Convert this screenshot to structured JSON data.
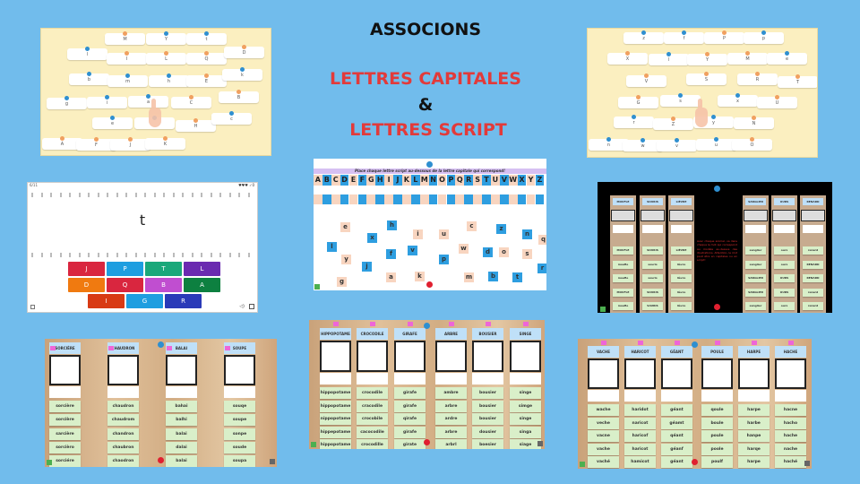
{
  "title": {
    "line1": "ASSOCIONS",
    "line2": "LETTRES CAPITALES",
    "line3": "&",
    "line4": "LETTRES SCRIPT"
  },
  "colors": {
    "background": "#71bcec",
    "title_red": "#e23a3a",
    "dot_blue": "#2f8fd0",
    "dot_orange": "#f0a060",
    "card_green": "#d9efc9"
  },
  "panel1": {
    "tiles": [
      [
        "M",
        "o"
      ],
      [
        "Y",
        "b"
      ],
      [
        "t",
        "b"
      ],
      [
        "l",
        "b"
      ],
      [
        "I",
        "o"
      ],
      [
        "L",
        "o"
      ],
      [
        "Q",
        "o"
      ],
      [
        "D",
        "o"
      ],
      [
        "b",
        "b"
      ],
      [
        "m",
        "b"
      ],
      [
        "h",
        "b"
      ],
      [
        "E",
        "o"
      ],
      [
        "k",
        "b"
      ],
      [
        "g",
        "b"
      ],
      [
        "i",
        "b"
      ],
      [
        "a",
        "b"
      ],
      [
        "C",
        "o"
      ],
      [
        "B",
        "o"
      ],
      [
        "e",
        "b"
      ],
      [
        "",
        "b"
      ],
      [
        "H",
        "o"
      ],
      [
        "c",
        "b"
      ],
      [
        "A",
        "o"
      ],
      [
        "F",
        "o"
      ],
      [
        "J",
        "o"
      ],
      [
        "K",
        "o"
      ]
    ]
  },
  "panel2": {
    "tiles": [
      [
        "z",
        "b"
      ],
      [
        "f",
        "b"
      ],
      [
        "P",
        "o"
      ],
      [
        "p",
        "b"
      ],
      [
        "X",
        "o"
      ],
      [
        "l",
        "b"
      ],
      [
        "Y",
        "o"
      ],
      [
        "M",
        "o"
      ],
      [
        "e",
        "b"
      ],
      [
        "V",
        "o"
      ],
      [
        "S",
        "o"
      ],
      [
        "R",
        "o"
      ],
      [
        "T",
        "o"
      ],
      [
        "G",
        "o"
      ],
      [
        "s",
        "b"
      ],
      [
        "x",
        "b"
      ],
      [
        "U",
        "o"
      ],
      [
        "r",
        "b"
      ],
      [
        "Z",
        "o"
      ],
      [
        "y",
        "b"
      ],
      [
        "N",
        "o"
      ],
      [
        "n",
        "b"
      ],
      [
        "w",
        "b"
      ],
      [
        "v",
        "b"
      ],
      [
        "u",
        "b"
      ],
      [
        "O",
        "o"
      ]
    ]
  },
  "panel3": {
    "progress": "6/11",
    "lives": "♥♥♥ ✓0",
    "prompt_letter": "t",
    "keys": [
      [
        "J",
        "#d9263f"
      ],
      [
        "P",
        "#1e9ee0"
      ],
      [
        "T",
        "#1aa87a"
      ],
      [
        "L",
        "#6a2ab0"
      ],
      [
        "D",
        "#f07a10"
      ],
      [
        "Q",
        "#d9263f"
      ],
      [
        "B",
        "#c04ed0"
      ],
      [
        "A",
        "#0d8040"
      ],
      [
        "I",
        "#d83a14"
      ],
      [
        "G",
        "#1e9ee0"
      ],
      [
        "R",
        "#2a3ab8"
      ]
    ],
    "icons": [
      "menu-icon",
      "sound-icon",
      "fullscreen-icon"
    ]
  },
  "panel4": {
    "instruction": "Place chaque lettre script au-dessous de la lettre capitale qui correspond!",
    "alphabet": [
      "A",
      "B",
      "C",
      "D",
      "E",
      "F",
      "G",
      "H",
      "I",
      "J",
      "K",
      "L",
      "M",
      "N",
      "O",
      "P",
      "Q",
      "R",
      "S",
      "T",
      "U",
      "V",
      "W",
      "X",
      "Y",
      "Z"
    ],
    "letters": [
      [
        "e",
        "p"
      ],
      [
        "h",
        "b"
      ],
      [
        "c",
        "p"
      ],
      [
        "z",
        "b"
      ],
      [
        "x",
        "b"
      ],
      [
        "i",
        "p"
      ],
      [
        "u",
        "p"
      ],
      [
        "n",
        "b"
      ],
      [
        "q",
        "p"
      ],
      [
        "l",
        "b"
      ],
      [
        "w",
        "p"
      ],
      [
        "d",
        "b"
      ],
      [
        "o",
        "p"
      ],
      [
        "s",
        "p"
      ],
      [
        "v",
        "b"
      ],
      [
        "f",
        "b"
      ],
      [
        "p",
        "b"
      ],
      [
        "y",
        "p"
      ],
      [
        "j",
        "b"
      ],
      [
        "a",
        "p"
      ],
      [
        "k",
        "p"
      ],
      [
        "m",
        "p"
      ],
      [
        "b",
        "b"
      ],
      [
        "t",
        "b"
      ],
      [
        "r",
        "b"
      ],
      [
        "g",
        "p"
      ]
    ]
  },
  "panel5": {
    "instruction": "Avec chaque animal, va dans chaque le mot qui correspond au modèle au-dessus des illustrations. Attention, le mot peut être en capitales ou en script!",
    "columns": [
      {
        "header": "MOUFLE",
        "words": [
          "MOUFLE",
          "moufle",
          "moufle",
          "MOUFLE",
          "moufle"
        ]
      },
      {
        "header": "SOURIS",
        "words": [
          "SOURIS",
          "souris",
          "souris",
          "SOURIS",
          "SAURIS"
        ]
      },
      {
        "header": "LIÈVRE",
        "words": [
          "LIÈVRE",
          "lièvre",
          "lièvre",
          "lièvre",
          "lièvre"
        ]
      },
      {
        "header": "SANGLIER",
        "words": [
          "sanglier",
          "sanglier",
          "SANGLIER",
          "SANGLIER",
          "sanglier"
        ]
      },
      {
        "header": "OURS",
        "words": [
          "ours",
          "ours",
          "OURS",
          "OURS",
          "ours"
        ]
      },
      {
        "header": "RENARD",
        "words": [
          "renard",
          "RENARD",
          "RENARD",
          "renard",
          "renard"
        ]
      }
    ]
  },
  "panel6": {
    "columns": [
      {
        "header": "SORCIÈRE",
        "image": "witch",
        "words": [
          "sorcière",
          "sorcîère",
          "sarcière",
          "sorcièro",
          "sorciére"
        ]
      },
      {
        "header": "CHAUDRON",
        "image": "cauldron",
        "words": [
          "chaudron",
          "chaudrom",
          "chandron",
          "chaubron",
          "chaodron"
        ]
      },
      {
        "header": "BALAI",
        "image": "broom",
        "words": [
          "bahai",
          "balhi",
          "balai",
          "dalai",
          "balai"
        ]
      },
      {
        "header": "SOUPE",
        "image": "soup",
        "words": [
          "souqe",
          "soupe",
          "sonpe",
          "soude",
          "soupa"
        ]
      }
    ]
  },
  "panel7": {
    "columns": [
      {
        "header": "HIPPOPOTAME",
        "image": "hippo",
        "words": [
          "hippopotame",
          "hippopotame",
          "nippopotame",
          "hippepotame",
          "hippopotame"
        ]
      },
      {
        "header": "CROCODILE",
        "image": "crocodile",
        "words": [
          "crocodile",
          "cracodile",
          "crocobile",
          "cacocodile",
          "crocodille"
        ]
      },
      {
        "header": "GIRAFE",
        "image": "giraffe",
        "words": [
          "girafe",
          "girafe",
          "qirafe",
          "girafe",
          "girate"
        ]
      },
      {
        "header": "ARBRE",
        "image": "tree",
        "words": [
          "ambre",
          "arbre",
          "ardre",
          "arbre",
          "arbrl"
        ]
      },
      {
        "header": "BOUSIER",
        "image": "dung-beetle",
        "words": [
          "bousier",
          "bousier",
          "bousier",
          "dousier",
          "boesier"
        ]
      },
      {
        "header": "SINGE",
        "image": "monkey",
        "words": [
          "singe",
          "simge",
          "singe",
          "singa",
          "siage"
        ]
      }
    ]
  },
  "panel8": {
    "columns": [
      {
        "header": "VACHE",
        "image": "cow",
        "words": [
          "wache",
          "veche",
          "vacne",
          "vache",
          "vaché"
        ]
      },
      {
        "header": "HARICOT",
        "image": "bean",
        "words": [
          "haridot",
          "naricot",
          "haricof",
          "haricot",
          "hamicot"
        ]
      },
      {
        "header": "GÉANT",
        "image": "giant",
        "words": [
          "géant",
          "géamt",
          "qéant",
          "géanf",
          "géant"
        ]
      },
      {
        "header": "POULE",
        "image": "hen",
        "words": [
          "qoule",
          "boule",
          "poule",
          "poole",
          "poulf"
        ]
      },
      {
        "header": "HARPE",
        "image": "harp",
        "words": [
          "harpe",
          "harbe",
          "hanpe",
          "harqe",
          "harpe"
        ]
      },
      {
        "header": "HACHE",
        "image": "axe",
        "words": [
          "hacne",
          "hacho",
          "hache",
          "nache",
          "haché"
        ]
      }
    ]
  }
}
